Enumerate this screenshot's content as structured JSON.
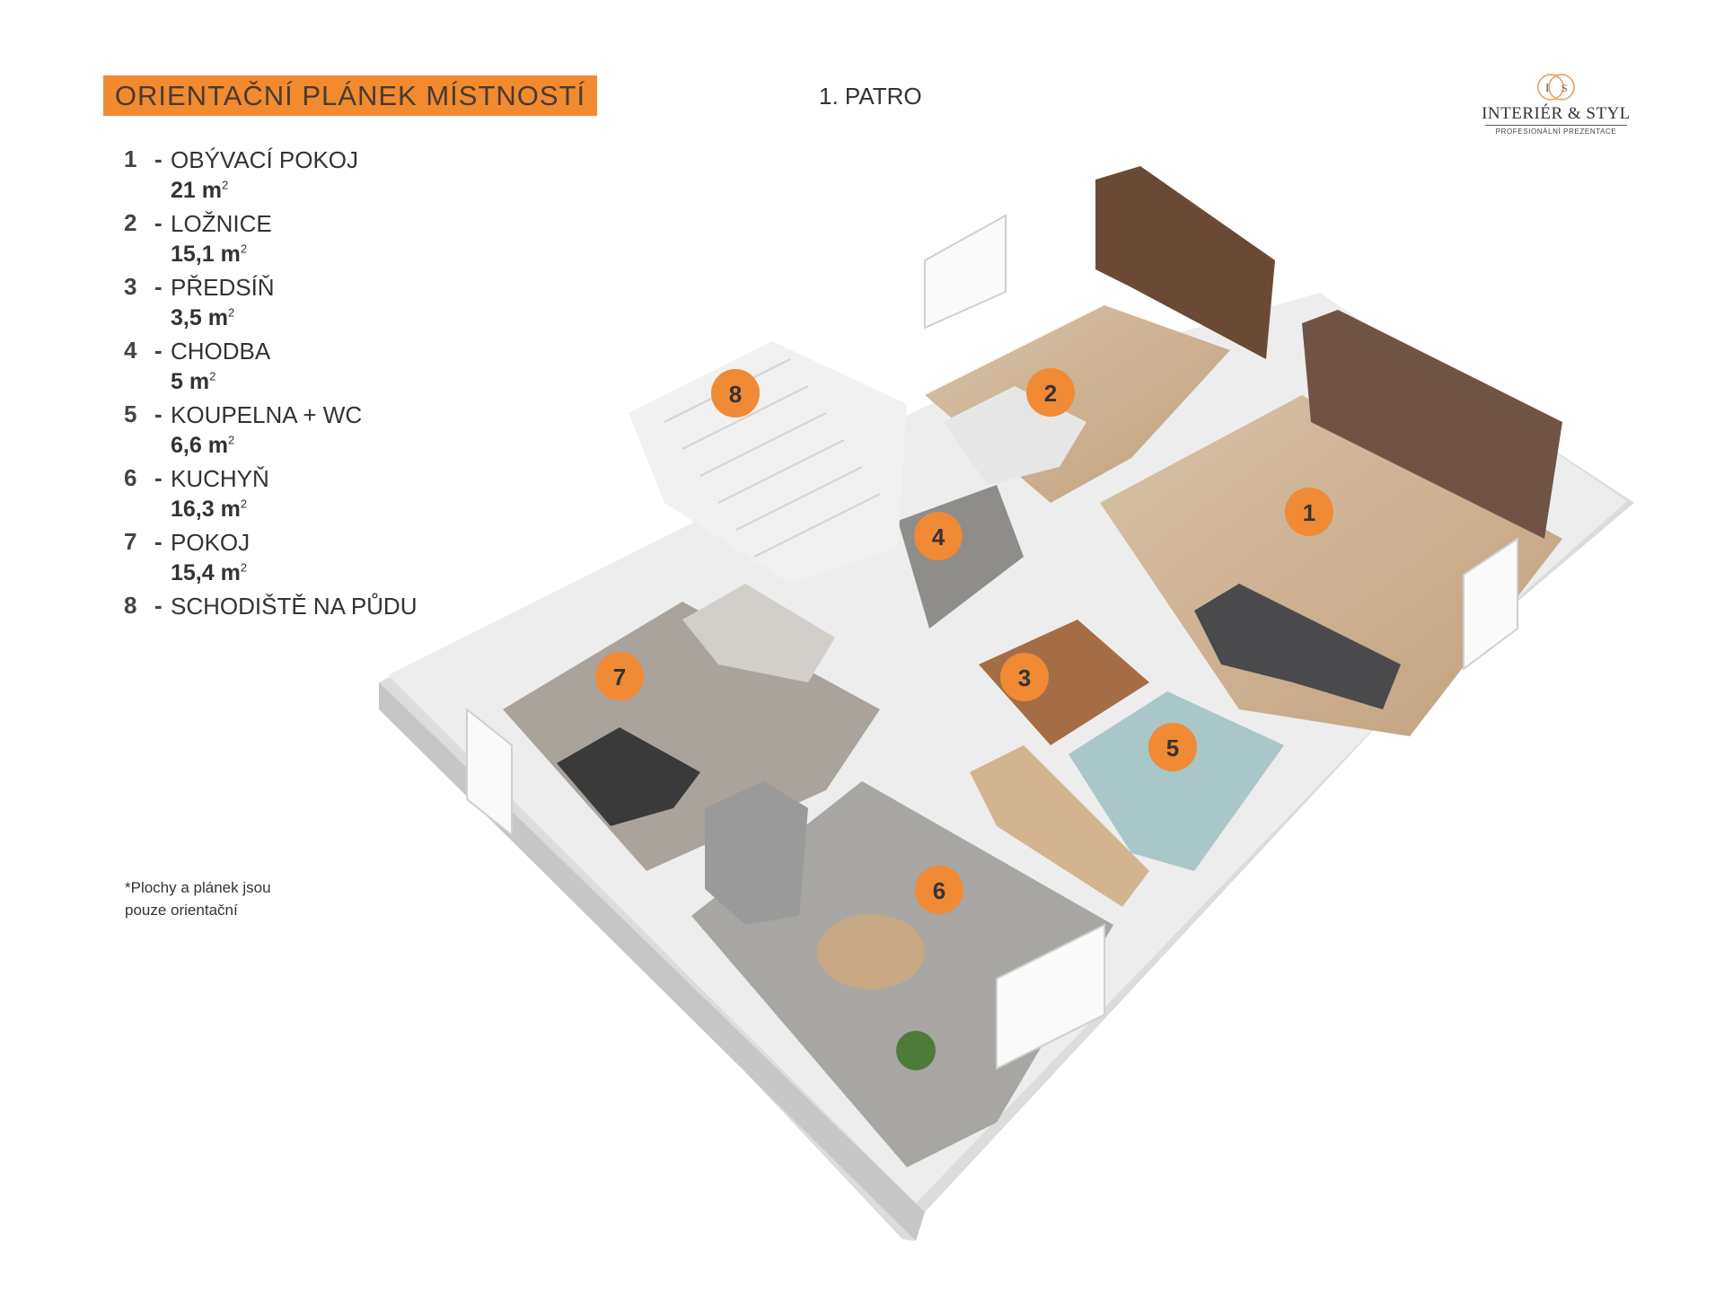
{
  "header": {
    "title": "ORIENTAČNÍ PLÁNEK MÍSTNOSTÍ",
    "floor": "1. PATRO"
  },
  "logo": {
    "monogram": "I&S",
    "name": "INTERIÉR & STYL",
    "tagline": "PROFESIONÁLNÍ PREZENTACE"
  },
  "rooms": [
    {
      "number": "1",
      "name": "OBÝVACÍ POKOJ",
      "area": "21 m",
      "unit_sup": "2"
    },
    {
      "number": "2",
      "name": "LOŽNICE",
      "area": "15,1 m",
      "unit_sup": "2"
    },
    {
      "number": "3",
      "name": "PŘEDSÍŇ",
      "area": "3,5 m",
      "unit_sup": "2"
    },
    {
      "number": "4",
      "name": "CHODBA",
      "area": "5 m",
      "unit_sup": "2"
    },
    {
      "number": "5",
      "name": "KOUPELNA + WC",
      "area": "6,6 m",
      "unit_sup": "2"
    },
    {
      "number": "6",
      "name": "KUCHYŇ",
      "area": "16,3 m",
      "unit_sup": "2"
    },
    {
      "number": "7",
      "name": "POKOJ",
      "area": "15,4 m",
      "unit_sup": "2"
    },
    {
      "number": "8",
      "name": "SCHODIŠTĚ NA PŮDU",
      "area": "",
      "unit_sup": ""
    }
  ],
  "note": {
    "line1": "*Plochy  a plánek jsou",
    "line2": "pouze orientační"
  },
  "markers": {
    "m1": "1",
    "m2": "2",
    "m3": "3",
    "m4": "4",
    "m5": "5",
    "m6": "6",
    "m7": "7",
    "m8": "8"
  },
  "colors": {
    "accent_orange": "#f28a30",
    "marker_orange": "#f08a35",
    "wall_white": "#ececec",
    "wood_floor": "#c9ad8c",
    "grey_floor": "#a9a7a3"
  }
}
